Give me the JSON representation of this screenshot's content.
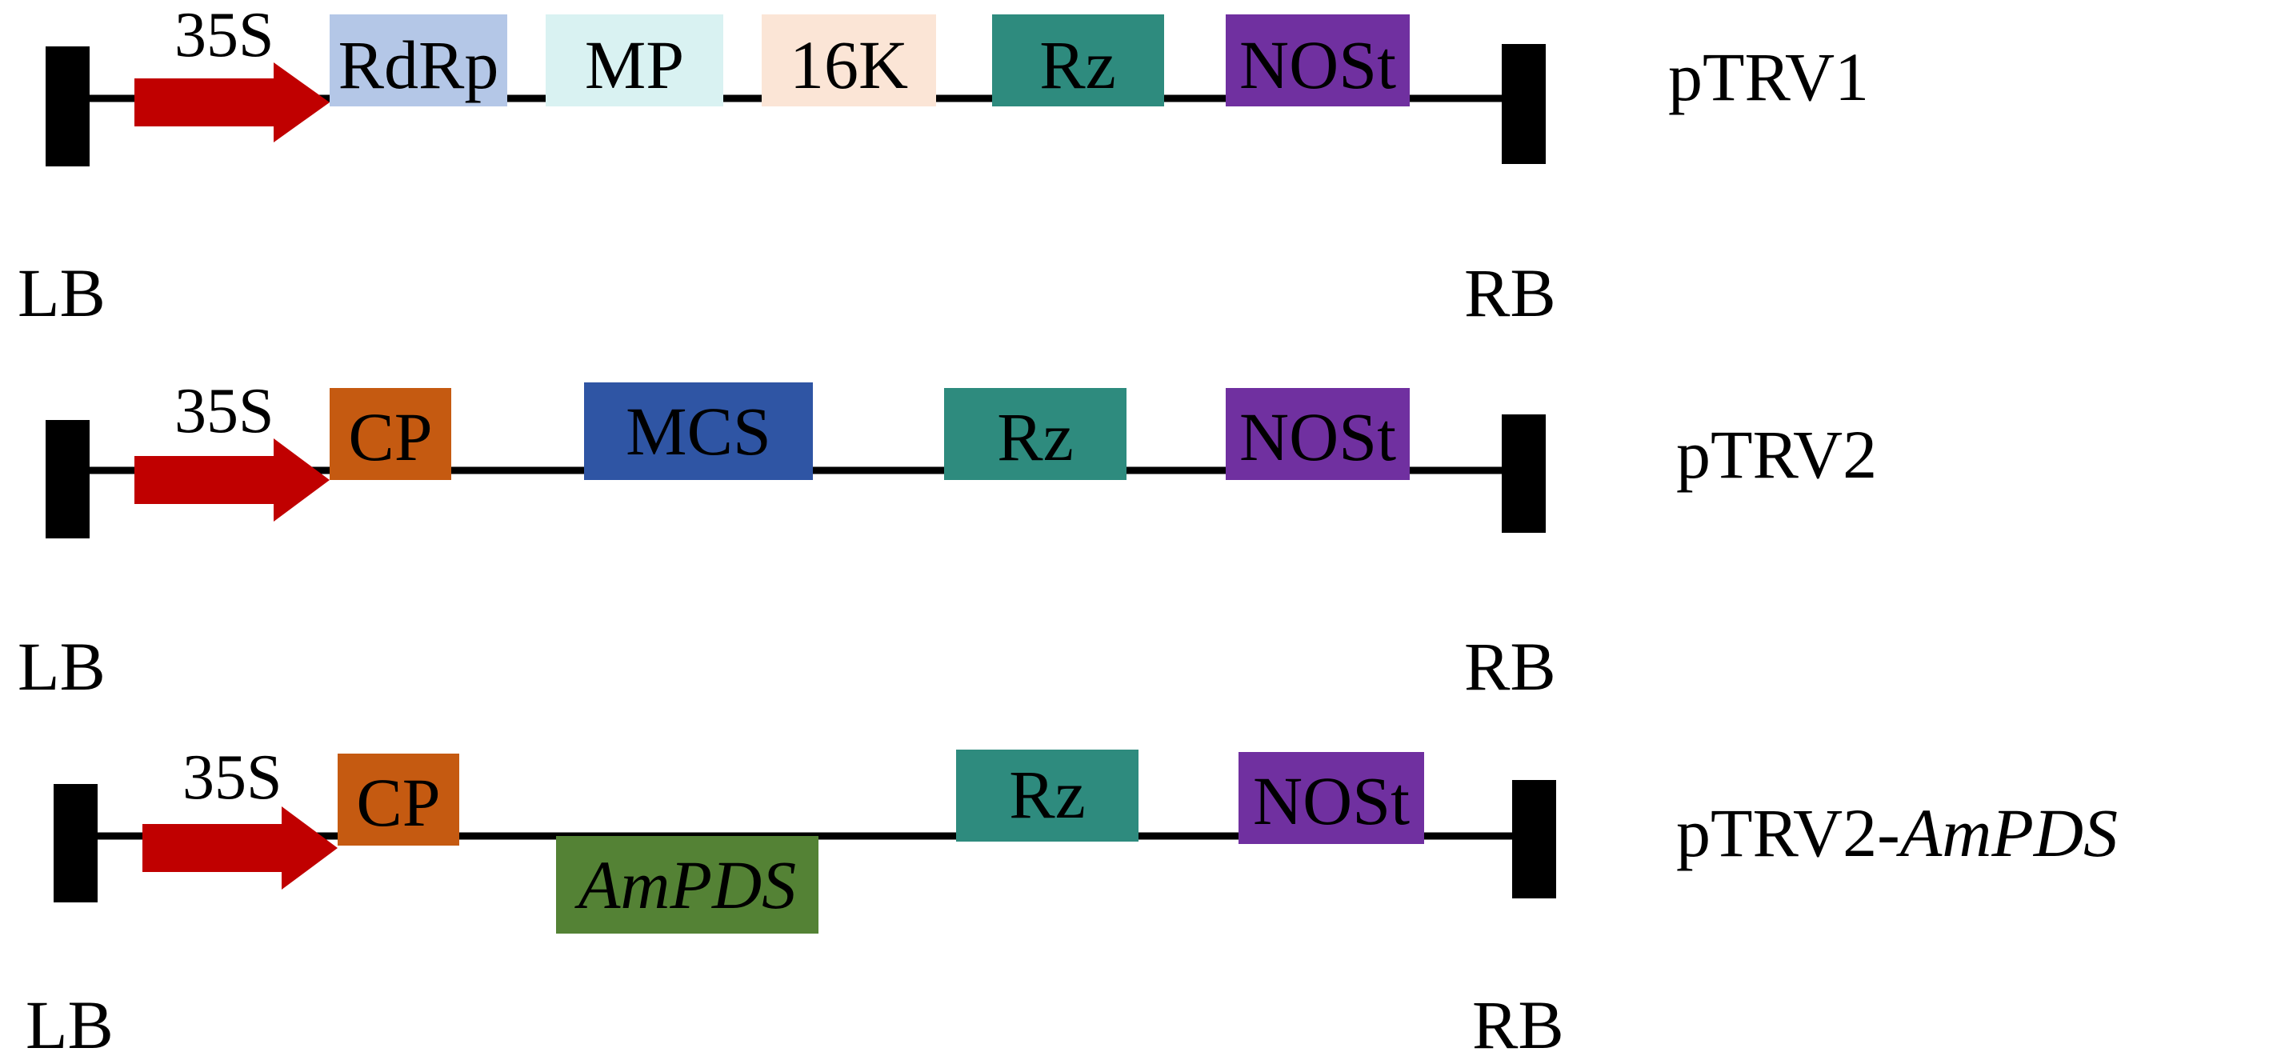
{
  "promoter_label": "35S",
  "left_border": "LB",
  "right_border": "RB",
  "colors": {
    "promoter": "#c00000",
    "border": "#000000",
    "line": "#000000",
    "RdRp": "#b4c7e7",
    "MP": "#d9f2f2",
    "16K": "#fbe5d6",
    "Rz": "#2e8b7e",
    "NOSt": "#7030a0",
    "CP": "#c55a11",
    "MCS": "#2f55a4",
    "AmPDS": "#548235"
  },
  "constructs": [
    {
      "name": "pTRV1",
      "name_parts": [
        {
          "text": "pTRV1",
          "italic": false
        }
      ],
      "elements": [
        {
          "label": "RdRp",
          "color_key": "RdRp"
        },
        {
          "label": "MP",
          "color_key": "MP"
        },
        {
          "label": "16K",
          "color_key": "16K"
        },
        {
          "label": "Rz",
          "color_key": "Rz"
        },
        {
          "label": "NOSt",
          "color_key": "NOSt"
        }
      ]
    },
    {
      "name": "pTRV2",
      "name_parts": [
        {
          "text": "pTRV2",
          "italic": false
        }
      ],
      "elements": [
        {
          "label": "CP",
          "color_key": "CP"
        },
        {
          "label": "MCS",
          "color_key": "MCS"
        },
        {
          "label": "Rz",
          "color_key": "Rz"
        },
        {
          "label": "NOSt",
          "color_key": "NOSt"
        }
      ]
    },
    {
      "name": "pTRV2-AmPDS",
      "name_parts": [
        {
          "text": "pTRV2-",
          "italic": false
        },
        {
          "text": "AmPDS",
          "italic": true
        }
      ],
      "elements": [
        {
          "label": "CP",
          "color_key": "CP"
        },
        {
          "label": "AmPDS",
          "color_key": "AmPDS",
          "italic": true
        },
        {
          "label": "Rz",
          "color_key": "Rz"
        },
        {
          "label": "NOSt",
          "color_key": "NOSt"
        }
      ]
    }
  ]
}
